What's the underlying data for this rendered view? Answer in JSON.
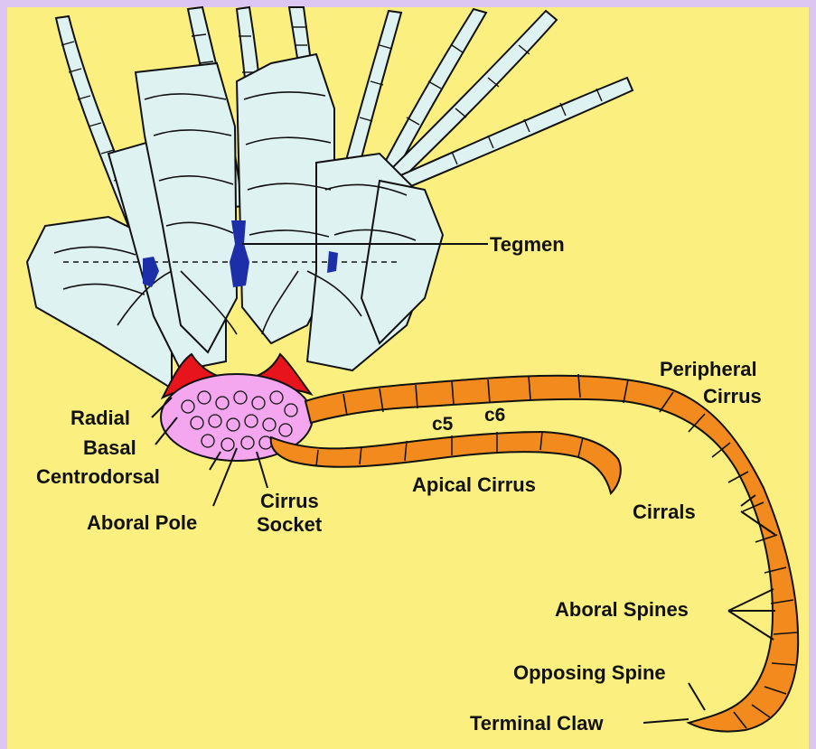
{
  "diagram": {
    "colors": {
      "frame": "#ddc6f2",
      "background": "#fbf07f",
      "calyx_plates": "#dff2f2",
      "radial": "#e8141c",
      "centrodorsal": "#f4a6ef",
      "cirrus": "#f28a1e",
      "tegmen": "#1c2fa8",
      "outline": "#111111"
    },
    "labels": {
      "tegmen": "Tegmen",
      "peripheral": "Peripheral",
      "cirrus_word": "Cirrus",
      "radial": "Radial",
      "basal": "Basal",
      "centrodorsal": "Centrodorsal",
      "c5": "c5",
      "c6": "c6",
      "apical_cirrus": "Apical Cirrus",
      "cirrus_socket_1": "Cirrus",
      "cirrus_socket_2": "Socket",
      "aboral_pole": "Aboral Pole",
      "cirrals": "Cirrals",
      "aboral_spines": "Aboral Spines",
      "opposing_spine": "Opposing Spine",
      "terminal_claw": "Terminal Claw"
    }
  }
}
